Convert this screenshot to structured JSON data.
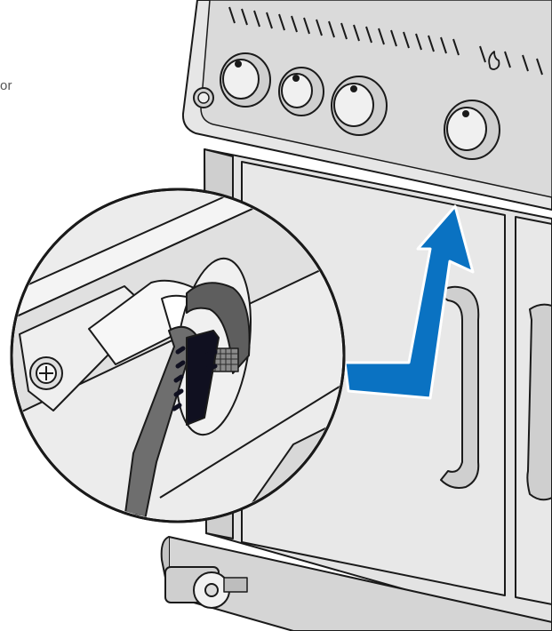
{
  "caption": {
    "visible_text": "or"
  },
  "illustration": {
    "subject": "grill-cabinet-with-control-knobs",
    "inset": "brush-cleaning-burner-venturi",
    "indicator_icon": "up-arrow-icon",
    "colors": {
      "steel_light": "#e3e3e3",
      "steel_mid": "#c8c8c8",
      "steel_dark": "#9c9c9c",
      "outline": "#1a1a1a",
      "arrow_blue": "#0a72c2",
      "brush_handle": "#6e6e6e",
      "brush_bristles": "#101020",
      "venturi_dark": "#5e5e5e"
    }
  }
}
